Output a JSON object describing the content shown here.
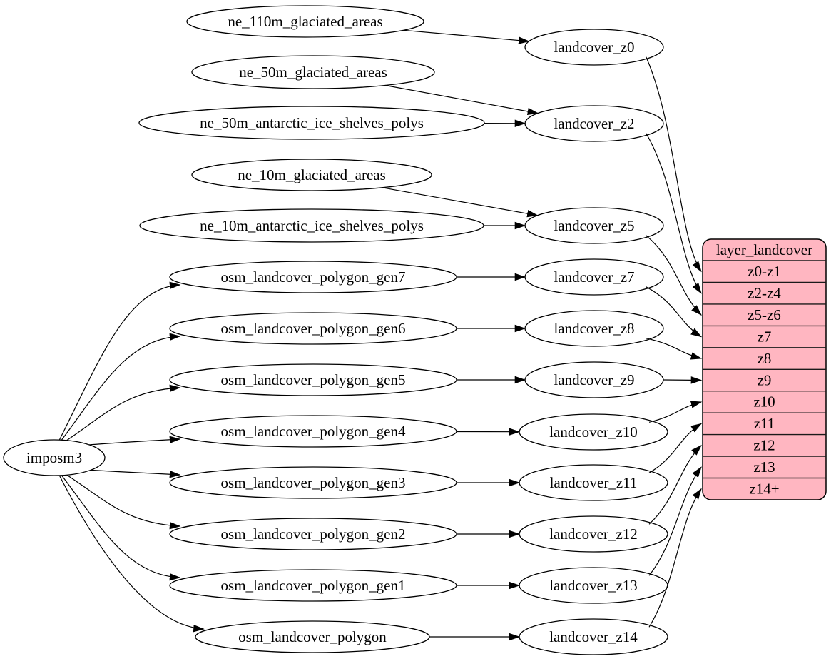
{
  "colors": {
    "background": "#ffffff",
    "node_fill": "#ffffff",
    "node_stroke": "#000000",
    "edge": "#000000",
    "table_fill": "#ffb6c1",
    "table_stroke": "#000000"
  },
  "nodes": [
    {
      "id": "imposm3",
      "label": "imposm3"
    },
    {
      "id": "ne_110m_glaciated_areas",
      "label": "ne_110m_glaciated_areas"
    },
    {
      "id": "ne_50m_glaciated_areas",
      "label": "ne_50m_glaciated_areas"
    },
    {
      "id": "ne_50m_antarctic_ice_shelves_polys",
      "label": "ne_50m_antarctic_ice_shelves_polys"
    },
    {
      "id": "ne_10m_glaciated_areas",
      "label": "ne_10m_glaciated_areas"
    },
    {
      "id": "ne_10m_antarctic_ice_shelves_polys",
      "label": "ne_10m_antarctic_ice_shelves_polys"
    },
    {
      "id": "osm_landcover_polygon_gen7",
      "label": "osm_landcover_polygon_gen7"
    },
    {
      "id": "osm_landcover_polygon_gen6",
      "label": "osm_landcover_polygon_gen6"
    },
    {
      "id": "osm_landcover_polygon_gen5",
      "label": "osm_landcover_polygon_gen5"
    },
    {
      "id": "osm_landcover_polygon_gen4",
      "label": "osm_landcover_polygon_gen4"
    },
    {
      "id": "osm_landcover_polygon_gen3",
      "label": "osm_landcover_polygon_gen3"
    },
    {
      "id": "osm_landcover_polygon_gen2",
      "label": "osm_landcover_polygon_gen2"
    },
    {
      "id": "osm_landcover_polygon_gen1",
      "label": "osm_landcover_polygon_gen1"
    },
    {
      "id": "osm_landcover_polygon",
      "label": "osm_landcover_polygon"
    },
    {
      "id": "landcover_z0",
      "label": "landcover_z0"
    },
    {
      "id": "landcover_z2",
      "label": "landcover_z2"
    },
    {
      "id": "landcover_z5",
      "label": "landcover_z5"
    },
    {
      "id": "landcover_z7",
      "label": "landcover_z7"
    },
    {
      "id": "landcover_z8",
      "label": "landcover_z8"
    },
    {
      "id": "landcover_z9",
      "label": "landcover_z9"
    },
    {
      "id": "landcover_z10",
      "label": "landcover_z10"
    },
    {
      "id": "landcover_z11",
      "label": "landcover_z11"
    },
    {
      "id": "landcover_z12",
      "label": "landcover_z12"
    },
    {
      "id": "landcover_z13",
      "label": "landcover_z13"
    },
    {
      "id": "landcover_z14",
      "label": "landcover_z14"
    }
  ],
  "table": {
    "title": "layer_landcover",
    "rows": [
      "z0-z1",
      "z2-z4",
      "z5-z6",
      "z7",
      "z8",
      "z9",
      "z10",
      "z11",
      "z12",
      "z13",
      "z14+"
    ]
  },
  "edges": [
    {
      "from": "ne_110m_glaciated_areas",
      "to": "landcover_z0"
    },
    {
      "from": "ne_50m_glaciated_areas",
      "to": "landcover_z2"
    },
    {
      "from": "ne_50m_antarctic_ice_shelves_polys",
      "to": "landcover_z2"
    },
    {
      "from": "ne_10m_glaciated_areas",
      "to": "landcover_z5"
    },
    {
      "from": "ne_10m_antarctic_ice_shelves_polys",
      "to": "landcover_z5"
    },
    {
      "from": "imposm3",
      "to": "osm_landcover_polygon_gen7"
    },
    {
      "from": "imposm3",
      "to": "osm_landcover_polygon_gen6"
    },
    {
      "from": "imposm3",
      "to": "osm_landcover_polygon_gen5"
    },
    {
      "from": "imposm3",
      "to": "osm_landcover_polygon_gen4"
    },
    {
      "from": "imposm3",
      "to": "osm_landcover_polygon_gen3"
    },
    {
      "from": "imposm3",
      "to": "osm_landcover_polygon_gen2"
    },
    {
      "from": "imposm3",
      "to": "osm_landcover_polygon_gen1"
    },
    {
      "from": "imposm3",
      "to": "osm_landcover_polygon"
    },
    {
      "from": "osm_landcover_polygon_gen7",
      "to": "landcover_z7"
    },
    {
      "from": "osm_landcover_polygon_gen6",
      "to": "landcover_z8"
    },
    {
      "from": "osm_landcover_polygon_gen5",
      "to": "landcover_z9"
    },
    {
      "from": "osm_landcover_polygon_gen4",
      "to": "landcover_z10"
    },
    {
      "from": "osm_landcover_polygon_gen3",
      "to": "landcover_z11"
    },
    {
      "from": "osm_landcover_polygon_gen2",
      "to": "landcover_z12"
    },
    {
      "from": "osm_landcover_polygon_gen1",
      "to": "landcover_z13"
    },
    {
      "from": "osm_landcover_polygon",
      "to": "landcover_z14"
    },
    {
      "from": "landcover_z0",
      "to": "row:z0-z1"
    },
    {
      "from": "landcover_z2",
      "to": "row:z2-z4"
    },
    {
      "from": "landcover_z5",
      "to": "row:z5-z6"
    },
    {
      "from": "landcover_z7",
      "to": "row:z7"
    },
    {
      "from": "landcover_z8",
      "to": "row:z8"
    },
    {
      "from": "landcover_z9",
      "to": "row:z9"
    },
    {
      "from": "landcover_z10",
      "to": "row:z10"
    },
    {
      "from": "landcover_z11",
      "to": "row:z11"
    },
    {
      "from": "landcover_z12",
      "to": "row:z12"
    },
    {
      "from": "landcover_z13",
      "to": "row:z13"
    },
    {
      "from": "landcover_z14",
      "to": "row:z14+"
    }
  ]
}
